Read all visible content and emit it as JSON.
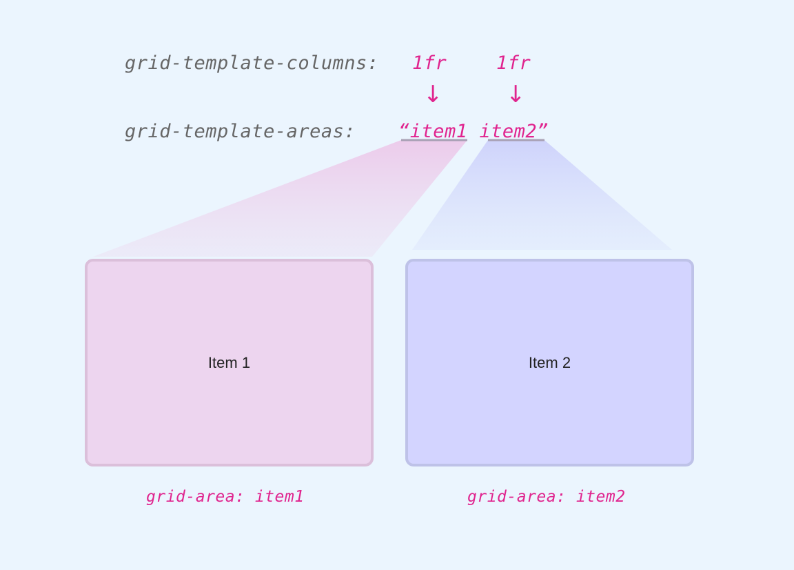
{
  "code": {
    "columns_property": "grid-template-columns:",
    "columns_value_1": "1fr",
    "columns_value_2": "1fr",
    "arrow_glyph": "↓",
    "areas_property": "grid-template-areas:",
    "areas_open_quote": "“",
    "areas_name_1": "item1",
    "areas_name_2": "item2",
    "areas_close_quote": "”"
  },
  "items": [
    {
      "label": "Item 1",
      "grid_area_label": "grid-area: item1",
      "color": "#edd5ef",
      "border": "#dbbfda"
    },
    {
      "label": "Item 2",
      "grid_area_label": "grid-area: item2",
      "color": "#d3d4ff",
      "border": "#bec2e8"
    }
  ],
  "colors": {
    "background": "#ebf5fe",
    "accent": "#e0248e",
    "code_text": "#666666"
  }
}
